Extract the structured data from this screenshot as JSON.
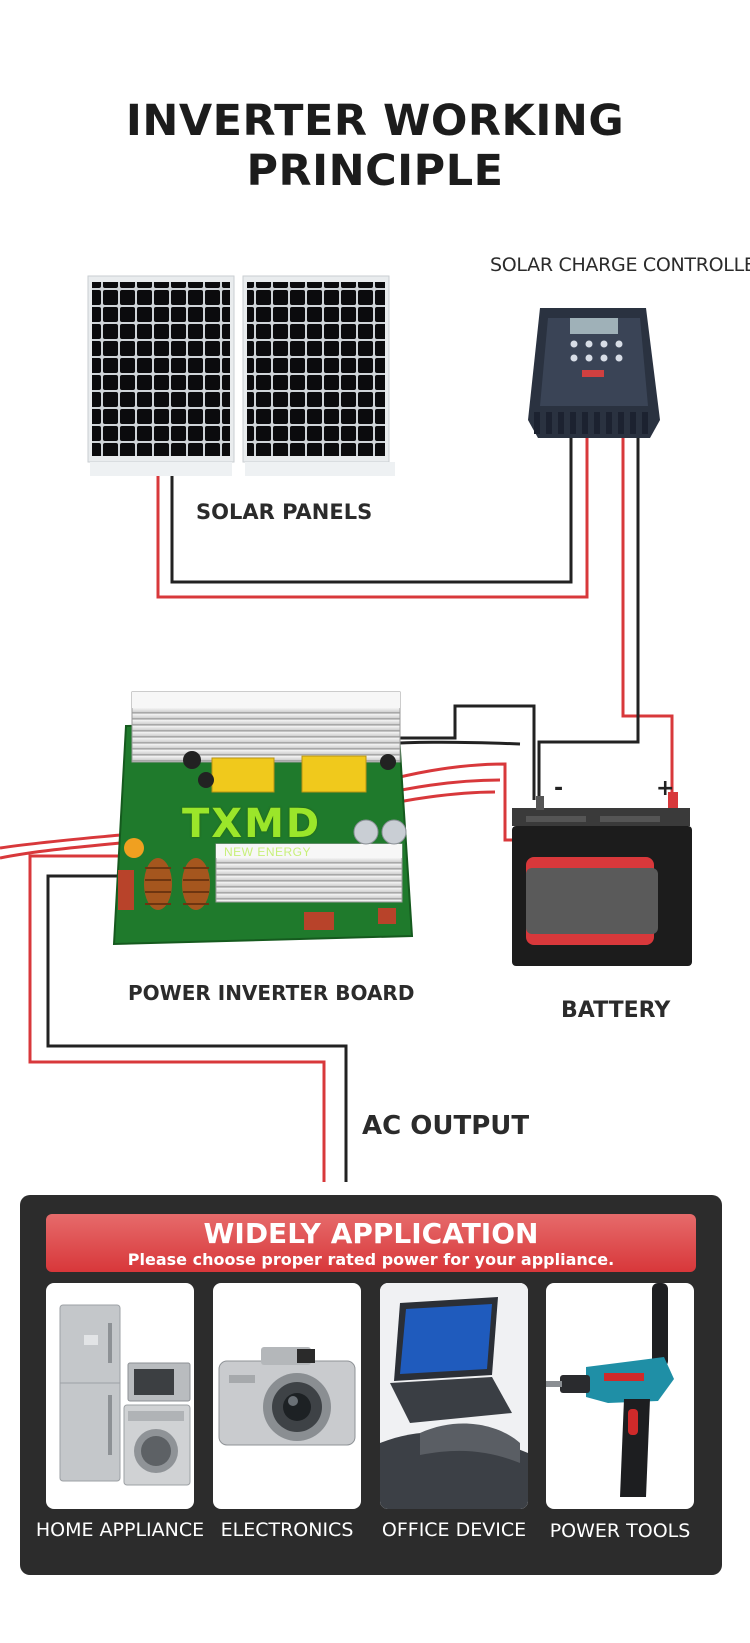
{
  "title": "INVERTER WORKING PRINCIPLE",
  "labels": {
    "solar_charge_controller": "SOLAR CHARGE CONTROLLER",
    "solar_panels": "SOLAR PANELS",
    "power_inverter_board": "POWER INVERTER BOARD",
    "battery": "BATTERY",
    "ac_output": "AC OUTPUT",
    "battery_negative": "-",
    "battery_positive": "+"
  },
  "inverter_logo": {
    "brand": "TXMD",
    "tagline": "NEW ENERGY"
  },
  "application": {
    "heading": "WIDELY APPLICATION",
    "subheading": "Please choose proper rated power for your appliance.",
    "items": [
      {
        "label": "HOME APPLIANCE",
        "icon": "home-appliance-icon"
      },
      {
        "label": "ELECTRONICS",
        "icon": "camera-icon"
      },
      {
        "label": "OFFICE DEVICE",
        "icon": "laptop-icon"
      },
      {
        "label": "POWER TOOLS",
        "icon": "drill-icon"
      }
    ]
  },
  "colors": {
    "wire_red": "#d8383b",
    "wire_black": "#222222",
    "panel_bg": "#2c2c2c",
    "banner_red": "#d8373a"
  }
}
